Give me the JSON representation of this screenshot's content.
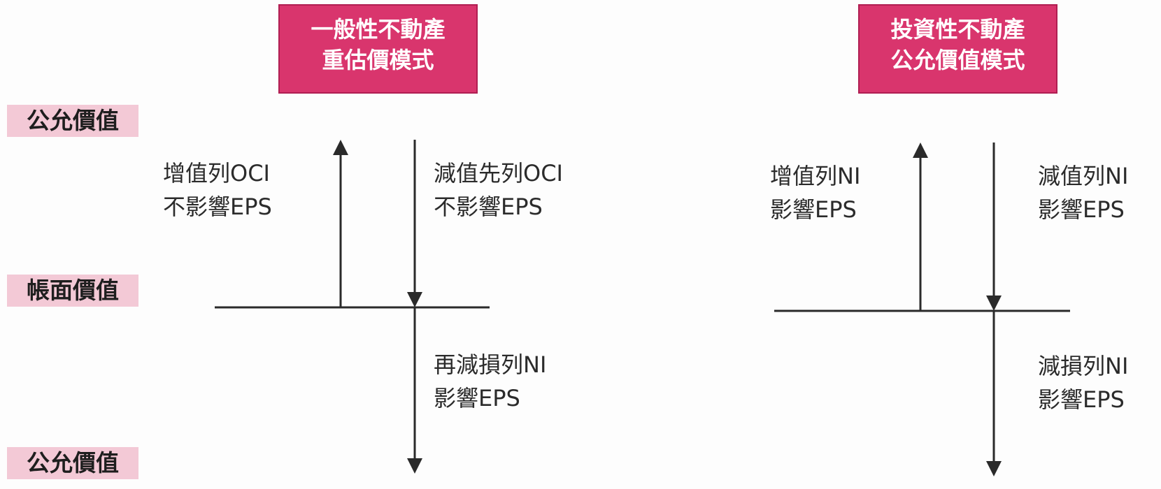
{
  "headers": {
    "left": {
      "line1": "一般性不動產",
      "line2": "重估價模式"
    },
    "right": {
      "line1": "投資性不動產",
      "line2": "公允價值模式"
    }
  },
  "levels": {
    "top": "公允價值",
    "middle": "帳面價值",
    "bottom": "公允價值"
  },
  "left_model": {
    "increase": {
      "line1": "增值列OCI",
      "line2": "不影響EPS"
    },
    "decrease": {
      "line1": "減值先列OCI",
      "line2": "不影響EPS"
    },
    "impairment": {
      "line1": "再減損列NI",
      "line2": "影響EPS"
    }
  },
  "right_model": {
    "increase": {
      "line1": "增值列NI",
      "line2": "影響EPS"
    },
    "decrease": {
      "line1": "減值列NI",
      "line2": "影響EPS"
    },
    "impairment": {
      "line1": "減損列NI",
      "line2": "影響EPS"
    }
  },
  "colors": {
    "header_bg": "#d9356d",
    "label_bg": "#f3c9d6",
    "line": "#2a2a2a"
  }
}
